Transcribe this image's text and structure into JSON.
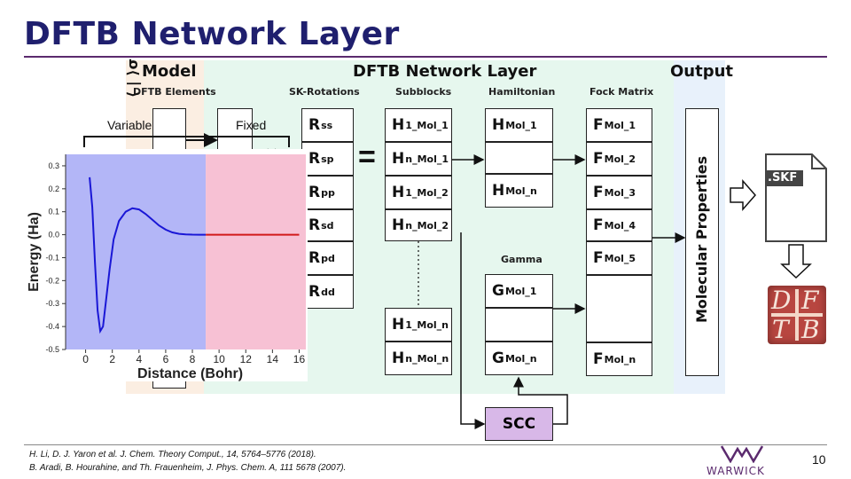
{
  "title": "DFTB Network Layer",
  "sections": {
    "model": "Model",
    "dftb": "DFTB Network Layer",
    "output": "Output"
  },
  "columns": {
    "elements": "DFTB Elements",
    "sk": "SK-Rotations",
    "subblocks": "Subblocks",
    "hamiltonian": "Hamiltonian",
    "fock": "Fock Matrix",
    "gamma": "Gamma"
  },
  "labels": {
    "variable": "Variable",
    "fixed": "Fixed",
    "scc": "SCC",
    "molprops": "Molecular Properties",
    "skf": ".SKF",
    "operator": "⟨ | ⟩σ",
    "equals": "="
  },
  "sk_rows": [
    {
      "main": "R",
      "sub": "ss"
    },
    {
      "main": "R",
      "sub": "sp"
    },
    {
      "main": "R",
      "sub": "pp"
    },
    {
      "main": "R",
      "sub": "sd"
    },
    {
      "main": "R",
      "sub": "pd"
    },
    {
      "main": "R",
      "sub": "dd"
    }
  ],
  "subblock_rows": [
    {
      "main": "H",
      "sub": "1_Mol_1"
    },
    {
      "main": "H",
      "sub": "n_Mol_1"
    },
    {
      "main": "H",
      "sub": "1_Mol_2"
    },
    {
      "main": "H",
      "sub": "n_Mol_2"
    },
    {
      "main": "H",
      "sub": "1_Mol_n"
    },
    {
      "main": "H",
      "sub": "n_Mol_n"
    }
  ],
  "ham_rows": [
    {
      "main": "H",
      "sub": "Mol_1"
    },
    {
      "main": "H",
      "sub": "Mol_n"
    }
  ],
  "gamma_rows": [
    {
      "main": "G",
      "sub": "Mol_1"
    },
    {
      "main": "G",
      "sub": "Mol_n"
    }
  ],
  "fock_rows": [
    {
      "main": "F",
      "sub": "Mol_1"
    },
    {
      "main": "F",
      "sub": "Mol_2"
    },
    {
      "main": "F",
      "sub": "Mol_3"
    },
    {
      "main": "F",
      "sub": "Mol_4"
    },
    {
      "main": "F",
      "sub": "Mol_5"
    },
    {
      "main": "F",
      "sub": "Mol_n"
    }
  ],
  "dftb_logo": [
    "D",
    "F",
    "T",
    "B"
  ],
  "references": {
    "line1": "H. Li, D. J. Yaron et al. J. Chem. Theory Comput., 14, 5764–5776 (2018).",
    "line2": "B. Aradi, B. Hourahine, and Th. Frauenheim, J. Phys. Chem. A, 111 5678 (2007)."
  },
  "warwick": "WARWICK",
  "page_number": "10",
  "colors": {
    "model_bg": "#fbeee2",
    "dftb_bg": "#e6f7ee",
    "output_bg": "#e8f1fb",
    "variable_fill": "#b3b6f7",
    "fixed_fill": "#f7c1d4",
    "curve": "#1a17d6",
    "flat": "#d11a1a",
    "scc_fill": "#d8b8e8"
  },
  "chart_data": {
    "type": "line",
    "xlabel": "Distance (Bohr)",
    "ylabel": "Energy (Ha)",
    "xlim": [
      -1.5,
      16.5
    ],
    "ylim": [
      -0.5,
      0.35
    ],
    "xticks": [
      0,
      2,
      4,
      6,
      8,
      10,
      12,
      14,
      16
    ],
    "yticks": [
      0.3,
      0.2,
      0.1,
      0.0,
      -0.1,
      -0.2,
      -0.3,
      -0.4,
      -0.5
    ],
    "ytick_labels": [
      "0.3",
      "0.2",
      "0.1",
      "0.0",
      "-0.1",
      "-0.2",
      "-0.3",
      "-0.4",
      "-0.5"
    ],
    "regions": [
      {
        "label": "Variable",
        "x": [
          -1.5,
          9
        ]
      },
      {
        "label": "Fixed",
        "x": [
          9,
          16.5
        ]
      }
    ],
    "series": [
      {
        "x": [
          0.3,
          0.5,
          0.7,
          0.9,
          1.1,
          1.3,
          1.5,
          1.8,
          2.1,
          2.5,
          3.0,
          3.5,
          4.0,
          4.5,
          5.0,
          5.5,
          6.0,
          6.5,
          7.0,
          7.5,
          8.0,
          8.5,
          9.0
        ],
        "y": [
          0.25,
          0.12,
          -0.12,
          -0.33,
          -0.42,
          -0.4,
          -0.3,
          -0.15,
          -0.02,
          0.06,
          0.1,
          0.115,
          0.11,
          0.09,
          0.065,
          0.04,
          0.022,
          0.01,
          0.004,
          0.0015,
          0.0005,
          0.0001,
          0.0
        ]
      },
      {
        "x": [
          9,
          16
        ],
        "y": [
          0,
          0
        ]
      }
    ]
  }
}
